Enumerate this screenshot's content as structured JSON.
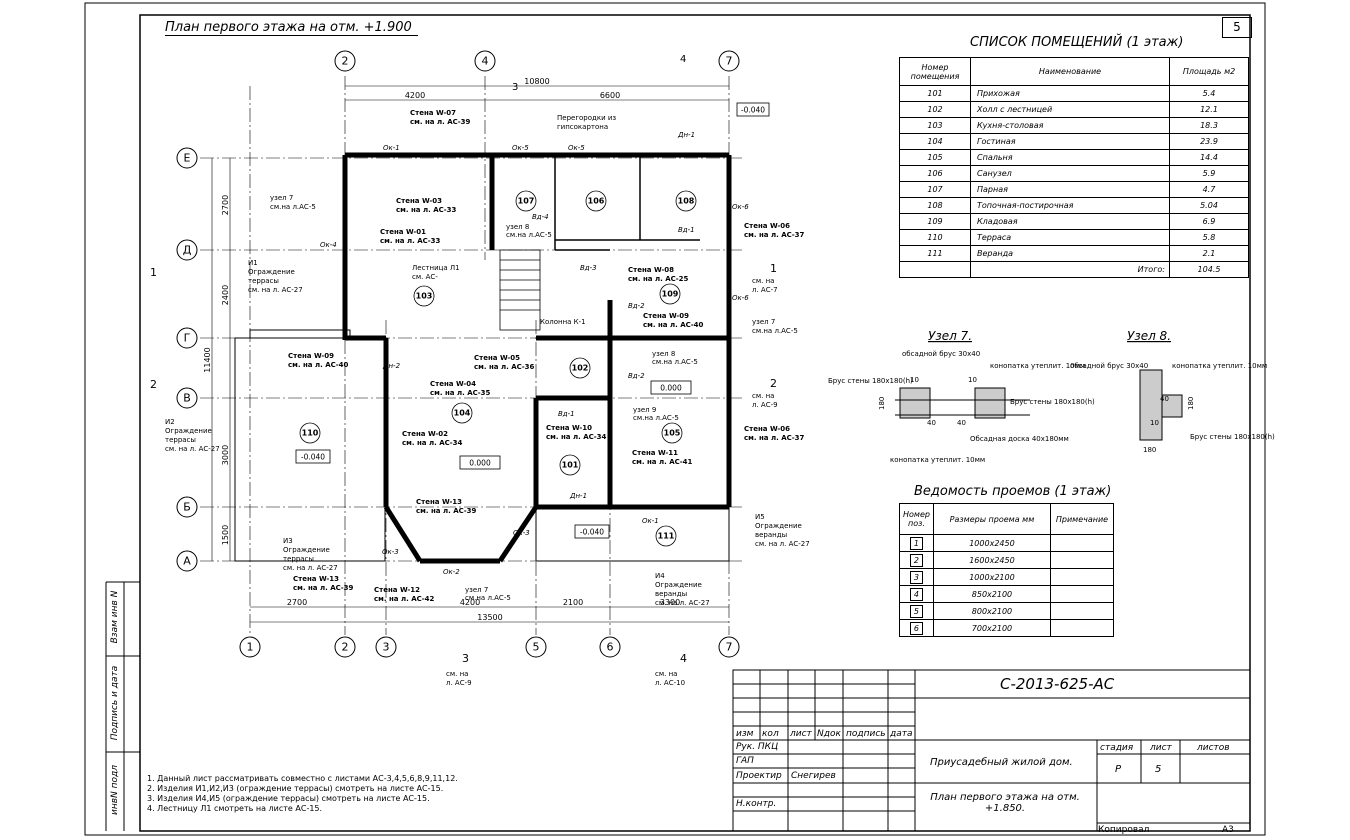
{
  "plan_title": "План первого этажа на отм. +1.900",
  "sheet_number": "5",
  "axes_letters": [
    "Е",
    "Д",
    "Г",
    "В",
    "Б",
    "А"
  ],
  "axes_numbers": [
    "1",
    "2",
    "3",
    "4",
    "5",
    "6",
    "7"
  ],
  "dims_top": {
    "overall": "10800",
    "left": "4200",
    "right": "6600"
  },
  "dims_bottom": {
    "overall": "13500",
    "d1": "2700",
    "d2": "4200",
    "d3": "2100",
    "d4": "3300"
  },
  "dims_left": {
    "overall": "11400",
    "d1": "2700",
    "d2": "2400",
    "d3": "3000",
    "d4": "1500"
  },
  "level_marks": [
    "-0.040",
    "-0.040",
    "0.000",
    "0.000",
    "-0.040"
  ],
  "rooms_on_plan": [
    "101",
    "102",
    "103",
    "104",
    "105",
    "106",
    "107",
    "108",
    "109",
    "110",
    "111"
  ],
  "plan_labels": {
    "w07": "Стена W-07",
    "w07s": "см. на л. АС-39",
    "w03": "Стена W-03",
    "w03s": "см. на л. АС-33",
    "w01": "Стена W-01",
    "w01s": "см. на л. АС-33",
    "w06": "Стена W-06",
    "w06s": "см. на л. АС-37",
    "w08": "Стена W-08",
    "w08s": "см. на л. АС-25",
    "w09a": "Стена W-09",
    "w09as": "см. на л. АС-40",
    "w09b": "Стена W-09",
    "w09bs": "см. на л. АС-40",
    "w05": "Стена W-05",
    "w05s": "см. на л. АС-36",
    "w04": "Стена W-04",
    "w04s": "см. на л. АС-35",
    "w02": "Стена W-02",
    "w02s": "см. на л. АС-34",
    "w10": "Стена W-10",
    "w10s": "см. на л. АС-34",
    "w11": "Стена W-11",
    "w11s": "см. на л. АС-41",
    "w06b": "Стена W-06",
    "w06bs": "см. на л. АС-37",
    "w13a": "Стена W-13",
    "w13as": "см. на л. АС-39",
    "w13b": "Стена W-13",
    "w13bs": "см. на л. АС-39",
    "w12": "Стена W-12",
    "w12s": "см. на л. АС-42",
    "partitions": "Перегородки из",
    "partitions2": "гипсокартона",
    "stair": "Лестница Л1",
    "stair2": "см. АС-",
    "column": "Колонна К-1",
    "i1": "И1",
    "i1a": "Ограждение",
    "i1b": "террасы",
    "i1c": "см. на л. АС-27",
    "i2": "И2",
    "i2a": "Ограждение",
    "i2b": "террасы",
    "i2c": "см. на л. АС-27",
    "i3": "И3",
    "i3a": "Ограждение",
    "i3b": "террасы",
    "i3c": "см. на л. АС-27",
    "i4": "И4",
    "i4a": "Ограждение",
    "i4b": "веранды",
    "i4c": "см. на л. АС-27",
    "i5": "И5",
    "i5a": "Ограждение",
    "i5b": "веранды",
    "i5c": "см. на л. АС-27",
    "node7": "узел 7",
    "node7s": "см.на л.АС-5",
    "node8": "узел 8",
    "node8s": "см.на л.АС-5",
    "node9": "узел 9",
    "node9s": "см.на л.АС-5",
    "cut1": "1",
    "cut1s": "см. на",
    "cut1t": "л. АС-7",
    "cut2": "2",
    "cut2s": "см. на",
    "cut2t": "л. АС-9",
    "cut3": "3",
    "cut3s": "см. на",
    "cut3t": "л. АС-9",
    "cut4": "4",
    "cut4s": "см. на",
    "cut4t": "л. АС-10",
    "ok1": "Ок-1",
    "ok2": "Ок-2",
    "ok3": "Ок-3",
    "ok4": "Ок-4",
    "ok5": "Ок-5",
    "ok6": "Ок-6",
    "dn1": "Дн-1",
    "dn2": "Дн-2",
    "vd1": "Вд-1",
    "vd2": "Вд-2",
    "vd3": "Вд-3",
    "vd4": "Вд-4"
  },
  "rooms_table": {
    "title": "СПИСОК ПОМЕЩЕНИЙ (1 этаж)",
    "col_num": "Номер помещения",
    "col_name": "Наименование",
    "col_area": "Площадь м2",
    "rows": [
      {
        "num": "101",
        "name": "Прихожая",
        "area": "5.4"
      },
      {
        "num": "102",
        "name": "Холл с лестницей",
        "area": "12.1"
      },
      {
        "num": "103",
        "name": "Кухня-столовая",
        "area": "18.3"
      },
      {
        "num": "104",
        "name": "Гостиная",
        "area": "23.9"
      },
      {
        "num": "105",
        "name": "Спальня",
        "area": "14.4"
      },
      {
        "num": "106",
        "name": "Санузел",
        "area": "5.9"
      },
      {
        "num": "107",
        "name": "Парная",
        "area": "4.7"
      },
      {
        "num": "108",
        "name": "Топочная-постирочная",
        "area": "5.04"
      },
      {
        "num": "109",
        "name": "Кладовая",
        "area": "6.9"
      },
      {
        "num": "110",
        "name": "Терраса",
        "area": "5.8"
      },
      {
        "num": "111",
        "name": "Веранда",
        "area": "2.1"
      }
    ],
    "total_label": "Итого:",
    "total": "104.5"
  },
  "node7": {
    "title": "Узел 7.",
    "l1": "обсадной брус 30х40",
    "l2": "конопатка утеплит. 10мм",
    "l3": "Брус стены 180х180(h)",
    "l4": "Брус стены 180х180(h)",
    "l5": "Обсадная доска 40х180мм",
    "l6": "конопатка утеплит. 10мм",
    "d10a": "10",
    "d10b": "10",
    "d180": "180",
    "d40a": "40",
    "d40b": "40"
  },
  "node8": {
    "title": "Узел 8.",
    "l1": "обсадной брус 30х40",
    "l2": "конопатка утеплит. 10мм",
    "l3": "Брус стены 180х180(h)",
    "d40": "40",
    "d10": "10",
    "d180a": "180",
    "d180b": "180"
  },
  "openings_table": {
    "title": "Ведомость проемов (1 этаж)",
    "col_pos": "Номер поз.",
    "col_size": "Размеры проема мм",
    "col_note": "Примечание",
    "rows": [
      {
        "pos": "1",
        "size": "1000х2450"
      },
      {
        "pos": "2",
        "size": "1600х2450"
      },
      {
        "pos": "3",
        "size": "1000х2100"
      },
      {
        "pos": "4",
        "size": "850х2100"
      },
      {
        "pos": "5",
        "size": "800х2100"
      },
      {
        "pos": "6",
        "size": "700х2100"
      }
    ]
  },
  "notes": [
    "1. Данный лист рассматривать совместно с листами АС-3,4,5,6,8,9,11,12.",
    "2. Изделия И1,И2,И3 (ограждение террасы) смотреть на листе АС-15.",
    "3. Изделия И4,И5 (ограждение террасы) смотреть на листе АС-15.",
    "4. Лестницу Л1 смотреть на листе АС-15."
  ],
  "stamp": {
    "code": "С-2013-625-АС",
    "h_izm": "изм",
    "h_kol": "кол",
    "h_list": "лист",
    "h_ndok": "Nдок",
    "h_podpis": "подпись",
    "h_data": "дата",
    "ruk": "Рук. ПКЦ",
    "gap": "ГАП",
    "proektir": "Проектир",
    "proektir_name": "Снегирев",
    "nkontr": "Н.контр.",
    "project": "Приусадебный жилой дом.",
    "stadia": "стадия",
    "list": "лист",
    "listov": "листов",
    "stadia_val": "Р",
    "list_val": "5",
    "sheet_name": "План первого этажа на отм. +1.850.",
    "copied": "Копировал",
    "format": "А3"
  },
  "sidebar": {
    "a": "инвN подл",
    "b": "Подпись и дата",
    "c": "Взам инв N"
  }
}
